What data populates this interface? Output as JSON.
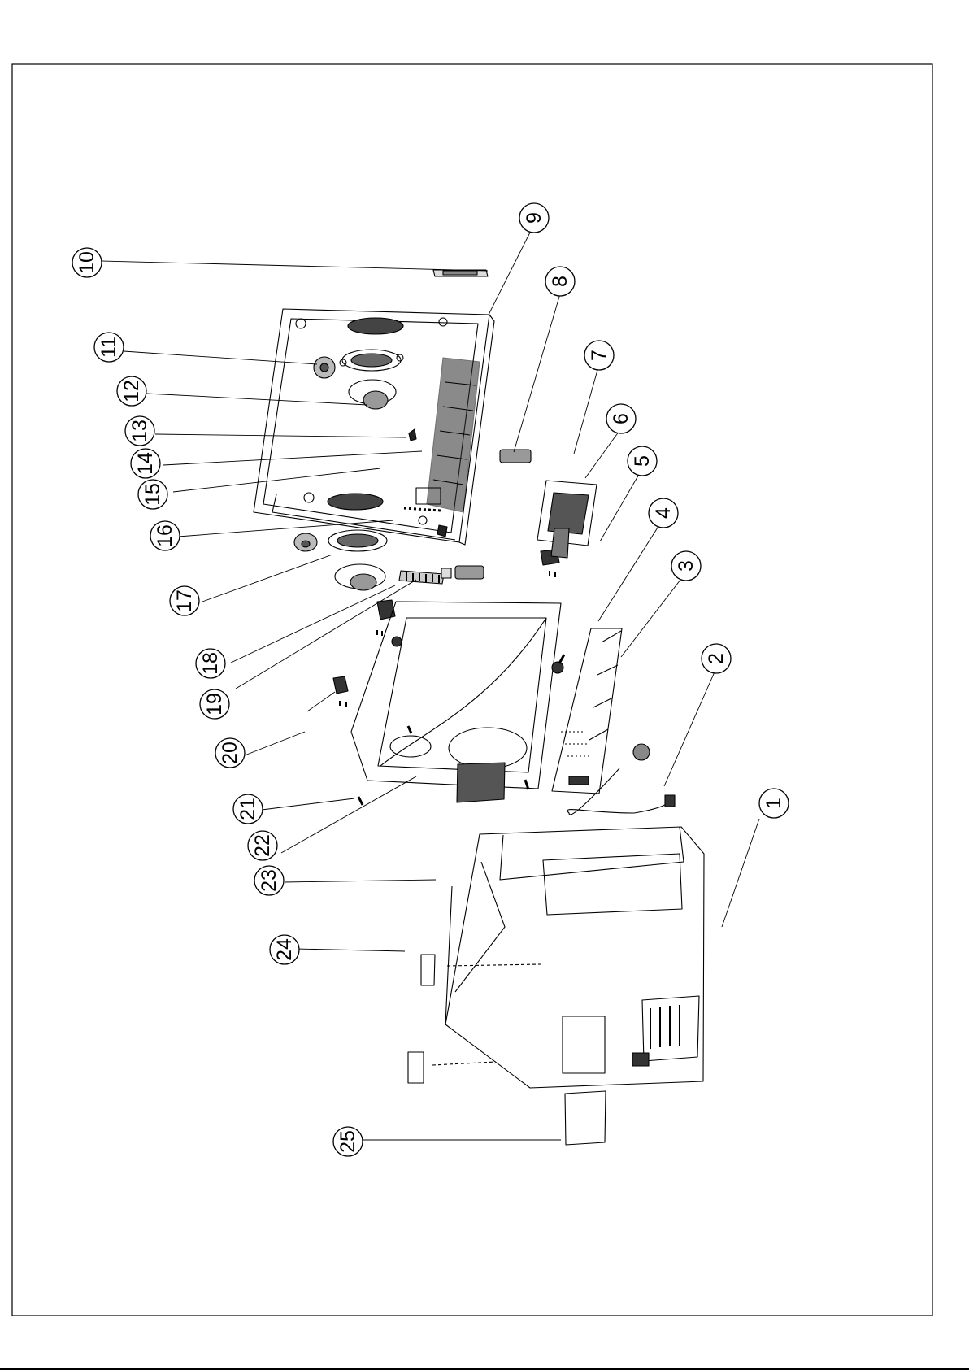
{
  "diagram": {
    "parts": [
      {
        "id": "1"
      },
      {
        "id": "2"
      },
      {
        "id": "3"
      },
      {
        "id": "4"
      },
      {
        "id": "5"
      },
      {
        "id": "6"
      },
      {
        "id": "7"
      },
      {
        "id": "8"
      },
      {
        "id": "9"
      },
      {
        "id": "10"
      },
      {
        "id": "11"
      },
      {
        "id": "12"
      },
      {
        "id": "13"
      },
      {
        "id": "14"
      },
      {
        "id": "15"
      },
      {
        "id": "16"
      },
      {
        "id": "17"
      },
      {
        "id": "18"
      },
      {
        "id": "19"
      },
      {
        "id": "20"
      },
      {
        "id": "21"
      },
      {
        "id": "22"
      },
      {
        "id": "23"
      },
      {
        "id": "24"
      },
      {
        "id": "25"
      }
    ]
  }
}
